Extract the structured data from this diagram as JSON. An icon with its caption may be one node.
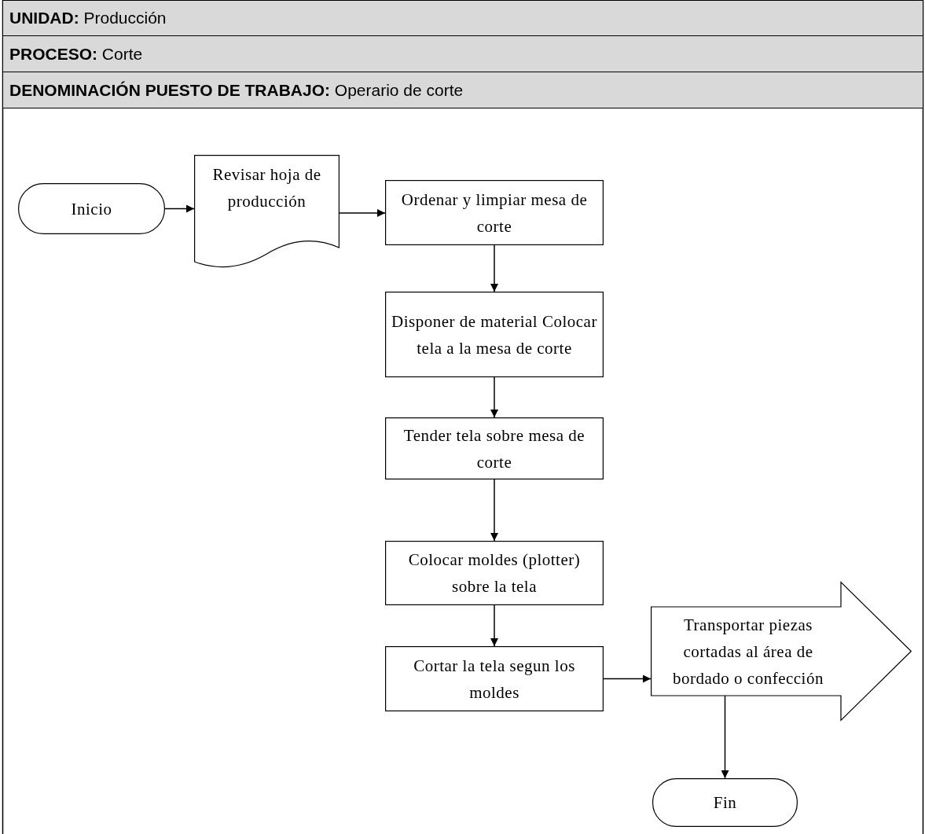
{
  "diagram": {
    "nodes": [
      {
        "text": [
          "**UNIDAD:** Producción"
        ]
      },
      {
        "text": [
          "**PROCESO:**  Corte"
        ]
      },
      {
        "text": [
          "**DENOMINACIÓN PUESTO DE TRABAJO:** Operario de corte"
        ]
      },
      {
        "text": [
          "Inicio"
        ]
      },
      {
        "text": [
          "Revisar hoja de producción"
        ]
      },
      {
        "text": [
          "Ordenar y limpiar mesa de corte"
        ]
      },
      {
        "text": [
          "Disponer de material Colocar tela a la mesa de corte"
        ]
      },
      {
        "text": [
          "Tender tela sobre mesa de corte"
        ]
      },
      {
        "text": [
          "Colocar moldes (plotter) sobre la tela"
        ]
      },
      {
        "text": [
          "Cortar la tela segun los moldes"
        ]
      },
      {
        "text": [
          "Transportar piezas cortadas al área de bordado o confección"
        ]
      },
      {
        "text": [
          "Fin"
        ]
      }
    ],
    "edges": [
      {
        "from": 3,
        "to": 4,
        "arrow": "to"
      },
      {
        "from": 4,
        "to": 5,
        "arrow": "to"
      },
      {
        "from": 5,
        "to": 6,
        "arrow": "to"
      },
      {
        "from": 6,
        "to": 7,
        "arrow": "to"
      },
      {
        "from": 7,
        "to": 8,
        "arrow": "to"
      },
      {
        "from": 8,
        "to": 9,
        "arrow": "to"
      },
      {
        "from": 9,
        "to": 10,
        "arrow": "to"
      },
      {
        "from": 10,
        "to": 11,
        "arrow": "to"
      }
    ]
  }
}
